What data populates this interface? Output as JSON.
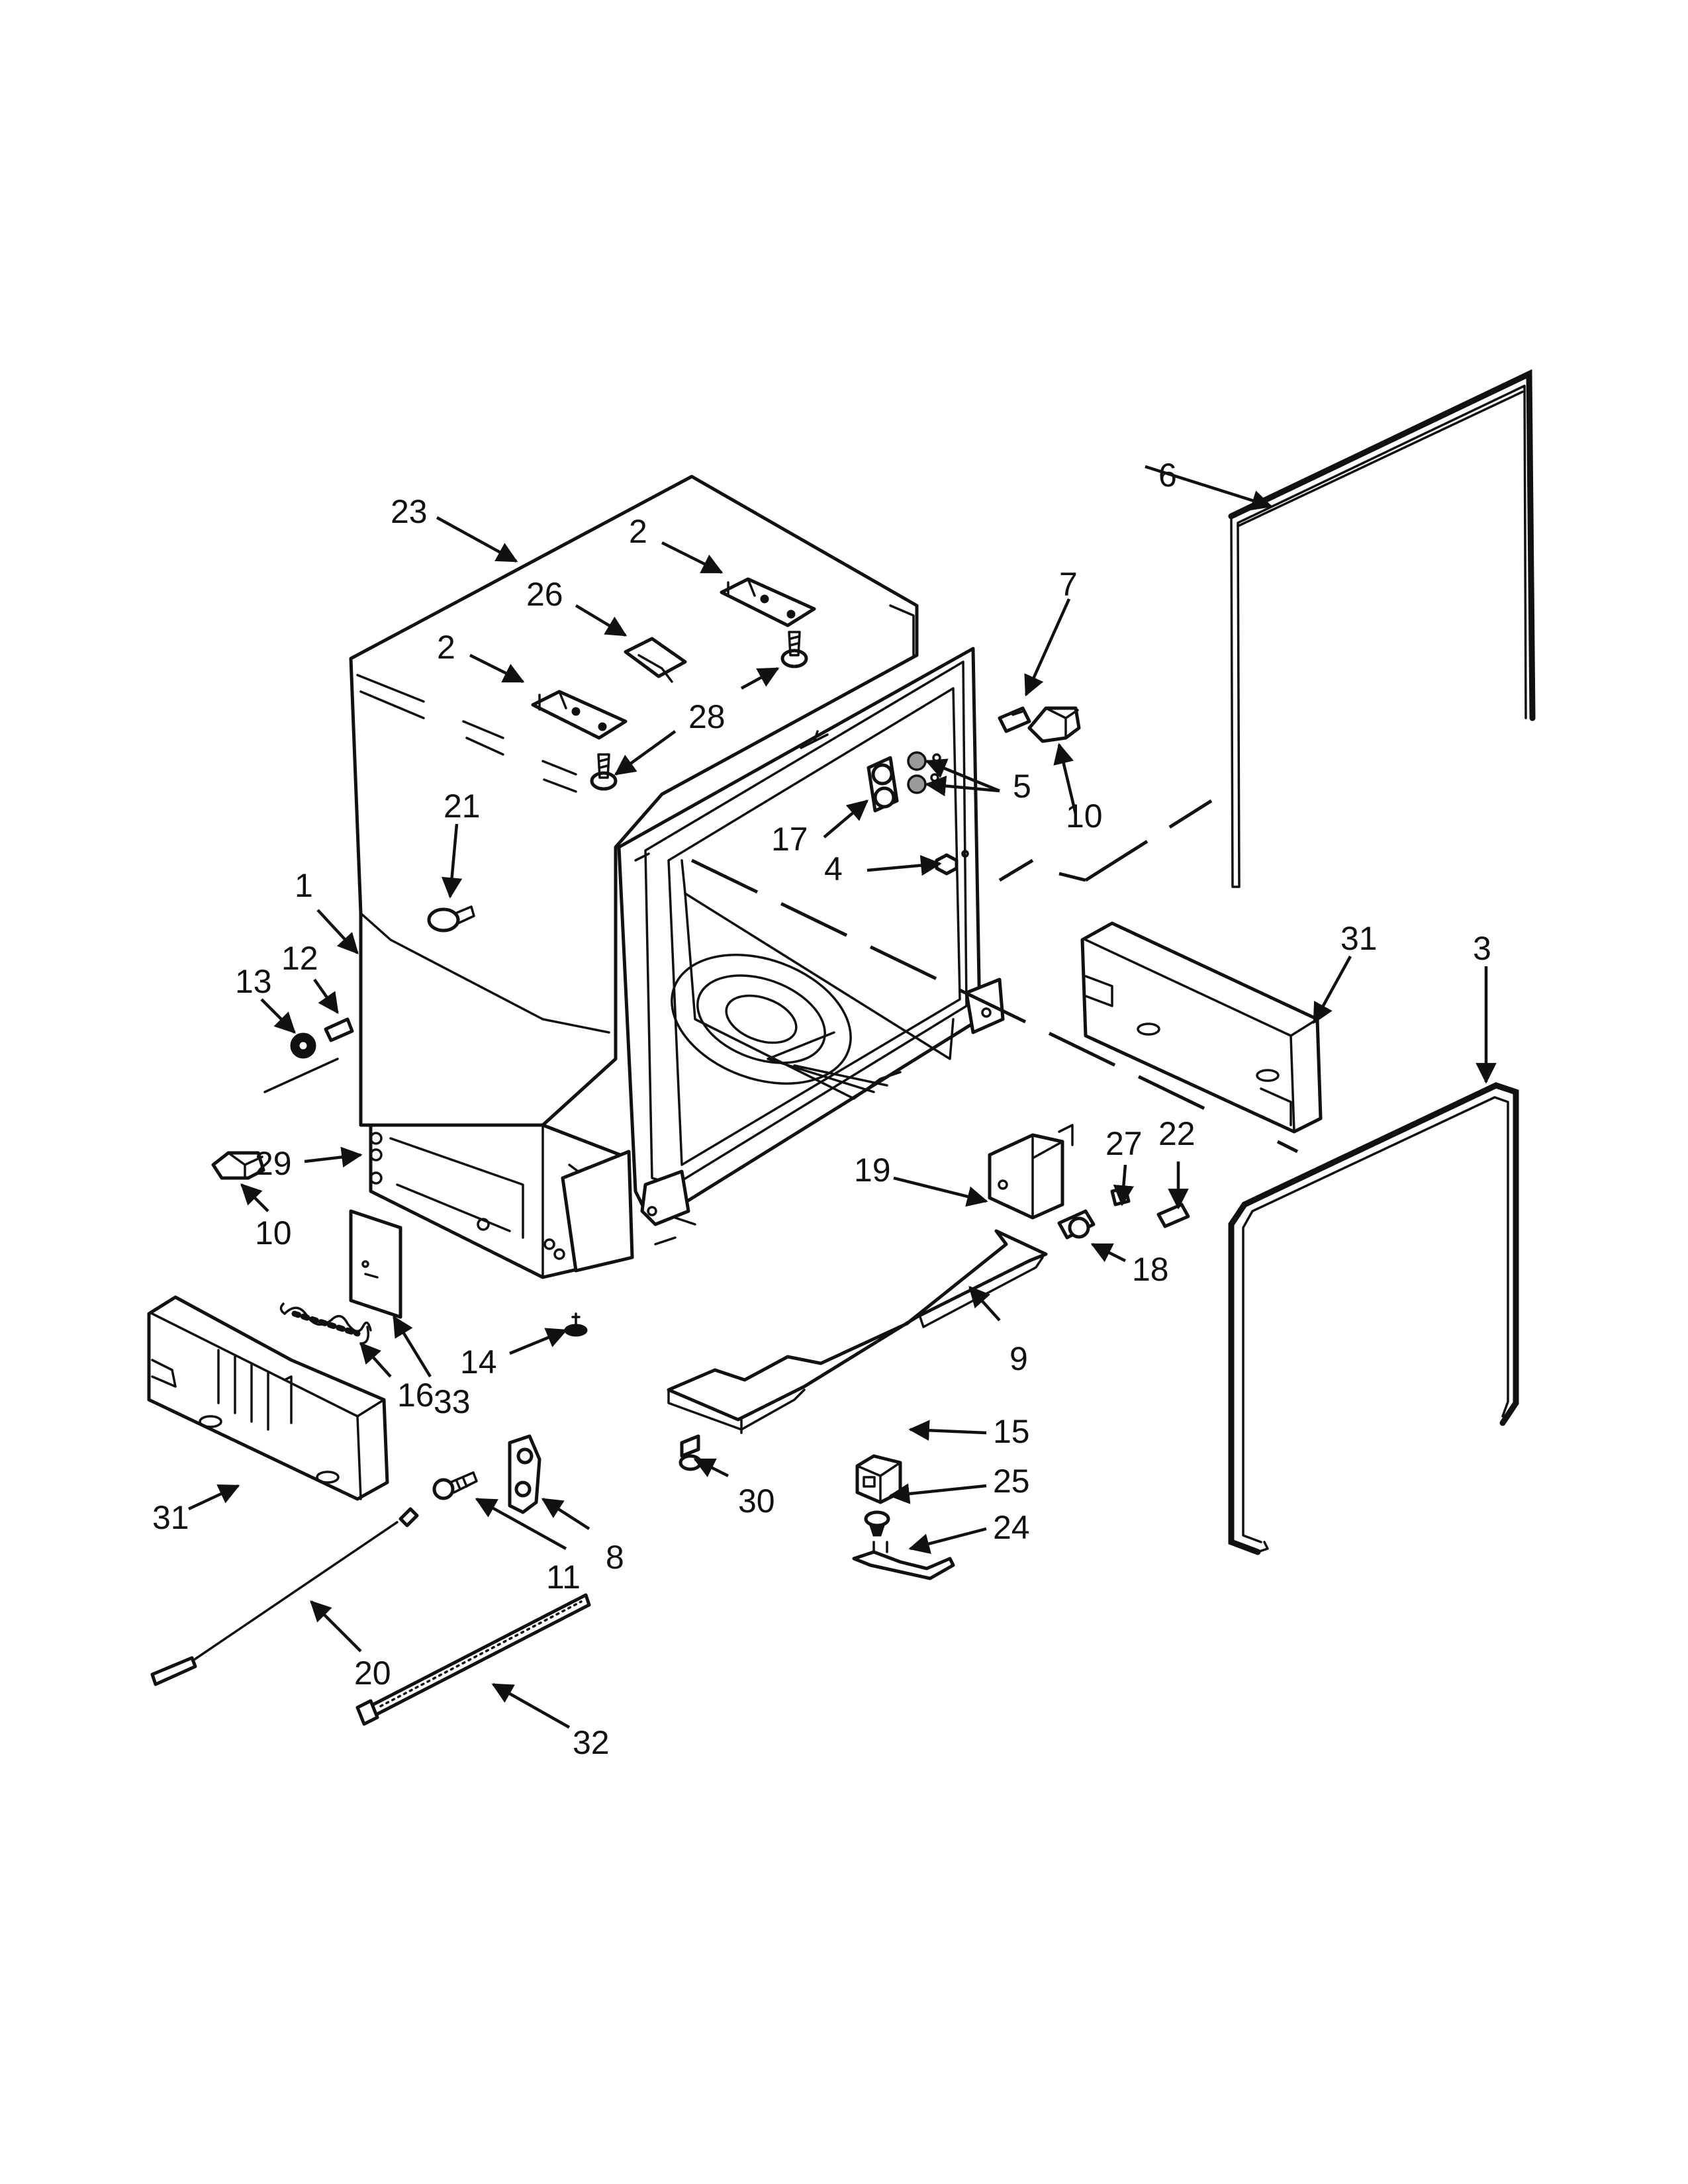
{
  "callouts": [
    {
      "id": "c1",
      "label": "1"
    },
    {
      "id": "c2a",
      "label": "2"
    },
    {
      "id": "c2b",
      "label": "2"
    },
    {
      "id": "c3",
      "label": "3"
    },
    {
      "id": "c4",
      "label": "4"
    },
    {
      "id": "c5",
      "label": "5"
    },
    {
      "id": "c6",
      "label": "6"
    },
    {
      "id": "c7",
      "label": "7"
    },
    {
      "id": "c8",
      "label": "8"
    },
    {
      "id": "c9",
      "label": "9"
    },
    {
      "id": "c10a",
      "label": "10"
    },
    {
      "id": "c10b",
      "label": "10"
    },
    {
      "id": "c11",
      "label": "11"
    },
    {
      "id": "c12",
      "label": "12"
    },
    {
      "id": "c13",
      "label": "13"
    },
    {
      "id": "c14",
      "label": "14"
    },
    {
      "id": "c15",
      "label": "15"
    },
    {
      "id": "c16",
      "label": "16"
    },
    {
      "id": "c17",
      "label": "17"
    },
    {
      "id": "c18",
      "label": "18"
    },
    {
      "id": "c19",
      "label": "19"
    },
    {
      "id": "c20",
      "label": "20"
    },
    {
      "id": "c21",
      "label": "21"
    },
    {
      "id": "c22",
      "label": "22"
    },
    {
      "id": "c23",
      "label": "23"
    },
    {
      "id": "c24",
      "label": "24"
    },
    {
      "id": "c25",
      "label": "25"
    },
    {
      "id": "c26",
      "label": "26"
    },
    {
      "id": "c27",
      "label": "27"
    },
    {
      "id": "c28",
      "label": "28"
    },
    {
      "id": "c29",
      "label": "29"
    },
    {
      "id": "c30",
      "label": "30"
    },
    {
      "id": "c31a",
      "label": "31"
    },
    {
      "id": "c31b",
      "label": "31"
    },
    {
      "id": "c32",
      "label": "32"
    },
    {
      "id": "c33",
      "label": "33"
    }
  ]
}
